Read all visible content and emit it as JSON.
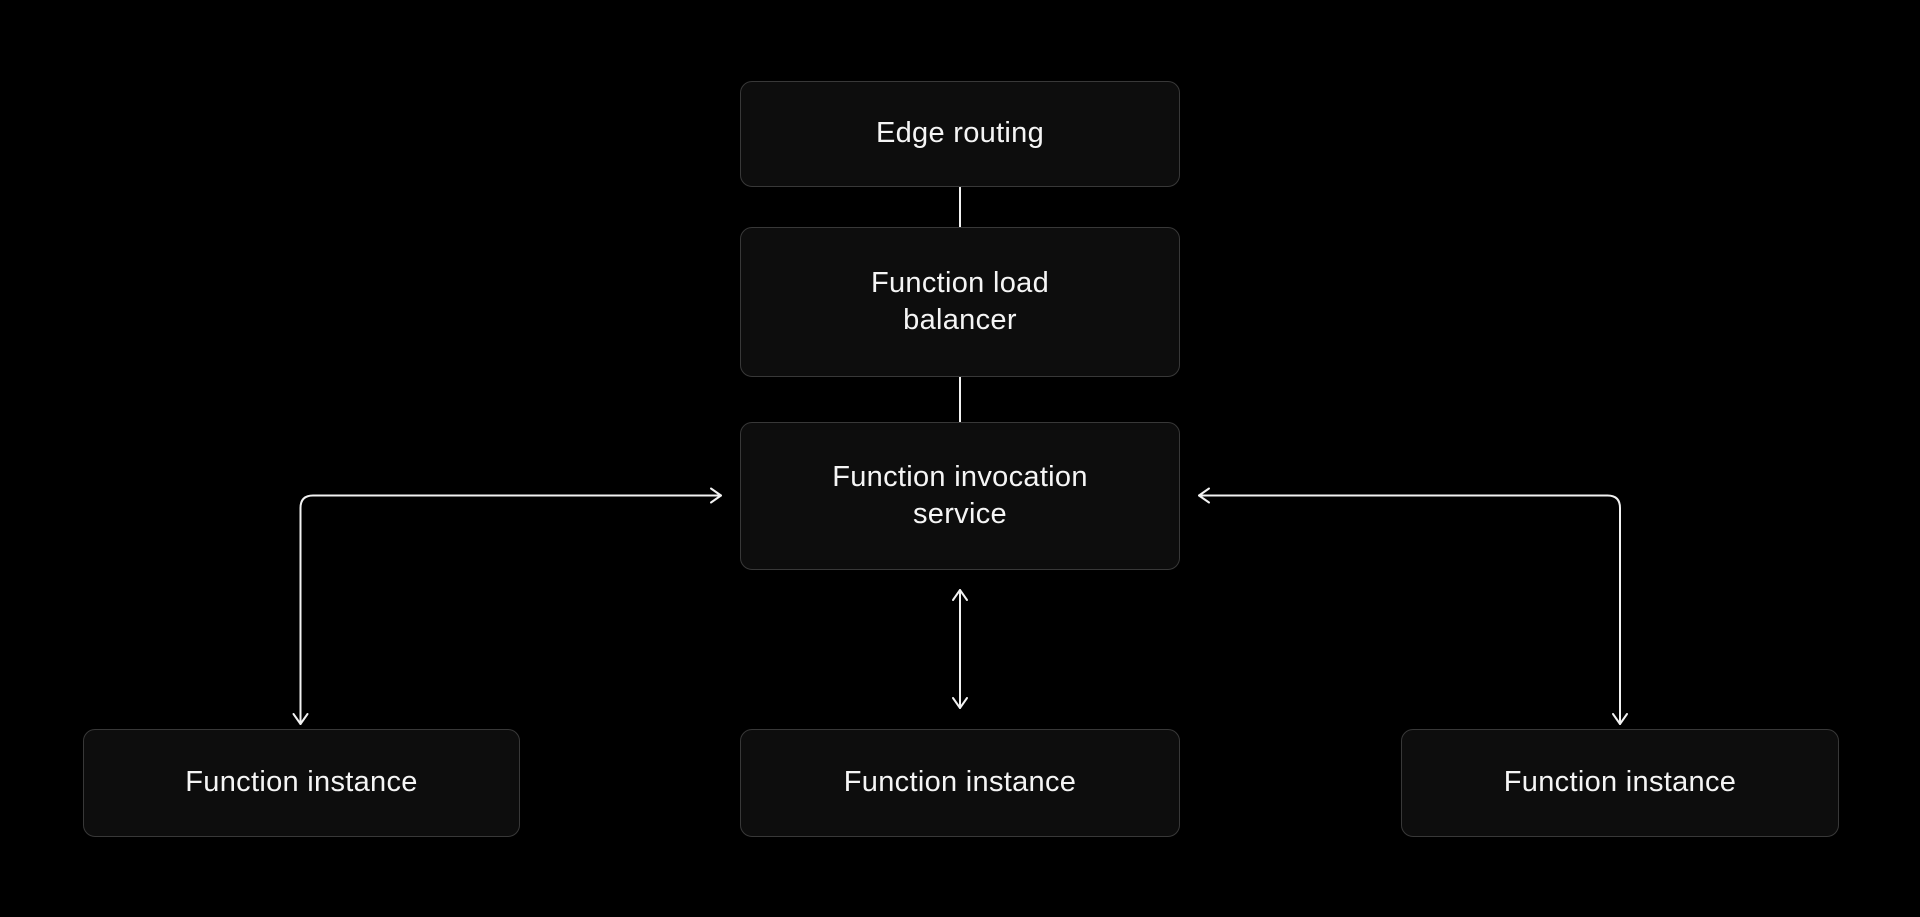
{
  "diagram": {
    "nodes": [
      {
        "id": "edge-routing",
        "label": "Edge routing"
      },
      {
        "id": "function-load-balancer",
        "label": "Function load\nbalancer"
      },
      {
        "id": "function-invocation-service",
        "label": "Function invocation\nservice"
      },
      {
        "id": "function-instance-left",
        "label": "Function instance"
      },
      {
        "id": "function-instance-middle",
        "label": "Function instance"
      },
      {
        "id": "function-instance-right",
        "label": "Function instance"
      }
    ],
    "edges": [
      {
        "from": "edge-routing",
        "to": "function-load-balancer",
        "shape": "straight-vertical",
        "arrows": "none"
      },
      {
        "from": "function-load-balancer",
        "to": "function-invocation-service",
        "shape": "straight-vertical",
        "arrows": "none"
      },
      {
        "from": "function-invocation-service",
        "to": "function-instance-left",
        "shape": "elbow",
        "arrows": "both"
      },
      {
        "from": "function-invocation-service",
        "to": "function-instance-middle",
        "shape": "straight-vertical",
        "arrows": "both"
      },
      {
        "from": "function-invocation-service",
        "to": "function-instance-right",
        "shape": "elbow",
        "arrows": "both"
      }
    ]
  },
  "colors": {
    "background": "#000000",
    "node_fill": "#0d0d0d",
    "node_border": "#383838",
    "node_text": "#f5f5f5",
    "connector": "#f2f2f2"
  }
}
